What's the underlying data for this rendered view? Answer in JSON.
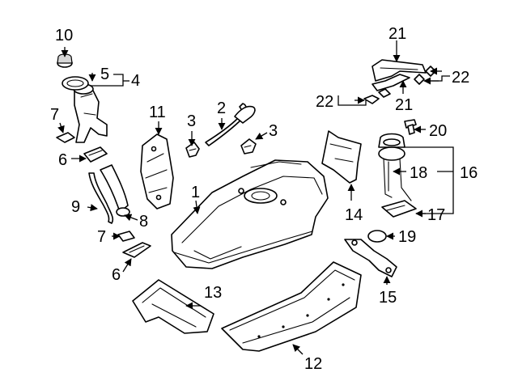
{
  "callouts": {
    "c1": "1",
    "c2": "2",
    "c3a": "3",
    "c3b": "3",
    "c4": "4",
    "c5": "5",
    "c6a": "6",
    "c6b": "6",
    "c7a": "7",
    "c7b": "7",
    "c8": "8",
    "c9": "9",
    "c10": "10",
    "c11": "11",
    "c12": "12",
    "c13": "13",
    "c14": "14",
    "c15": "15",
    "c16": "16",
    "c17": "17",
    "c18": "18",
    "c19": "19",
    "c20": "20",
    "c21a": "21",
    "c21b": "21",
    "c22a": "22",
    "c22b": "22"
  }
}
